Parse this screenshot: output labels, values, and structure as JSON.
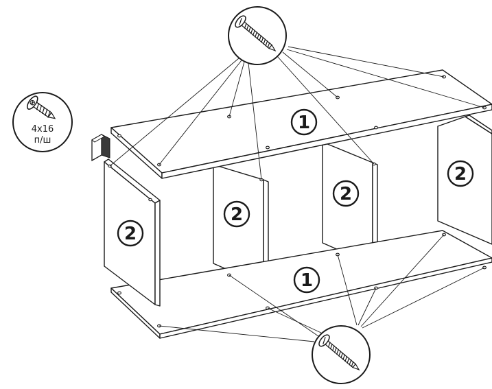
{
  "parts": {
    "shelf_top_label": "1",
    "shelf_bottom_label": "1",
    "divider_front_left_label": "2",
    "divider_middle_left_label": "2",
    "divider_middle_right_label": "2",
    "divider_right_label": "2"
  },
  "fastener": {
    "size_label": "4x16",
    "type_label": "п/ш",
    "icon": "screw-icon"
  },
  "colors": {
    "line": "#1a1a1a",
    "panel_fill": "#ffffff"
  }
}
